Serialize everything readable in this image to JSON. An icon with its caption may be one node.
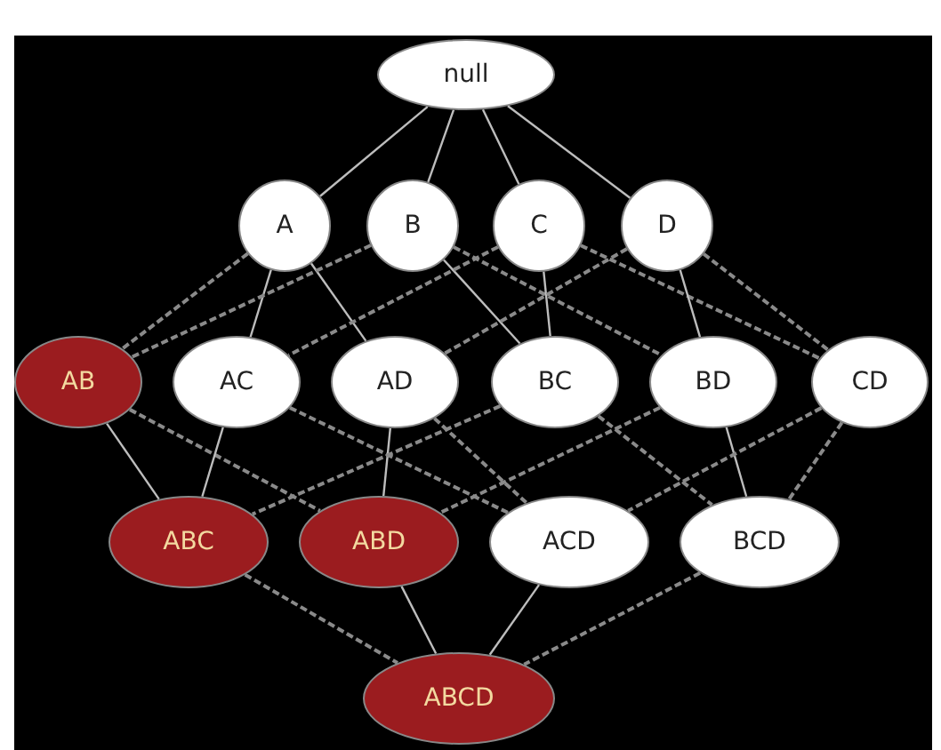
{
  "diagram": {
    "nodes": [
      {
        "text": [
          "null"
        ]
      },
      {
        "text": [
          "A"
        ]
      },
      {
        "text": [
          "B"
        ]
      },
      {
        "text": [
          "C"
        ]
      },
      {
        "text": [
          "D"
        ]
      },
      {
        "text": [
          "AB"
        ]
      },
      {
        "text": [
          "AC"
        ]
      },
      {
        "text": [
          "AD"
        ]
      },
      {
        "text": [
          "BC"
        ]
      },
      {
        "text": [
          "BD"
        ]
      },
      {
        "text": [
          "CD"
        ]
      },
      {
        "text": [
          "ABC"
        ]
      },
      {
        "text": [
          "ABD"
        ]
      },
      {
        "text": [
          "ACD"
        ]
      },
      {
        "text": [
          "BCD"
        ]
      },
      {
        "text": [
          "ABCD"
        ]
      }
    ],
    "edges": [
      {
        "from": 0,
        "to": 1,
        "arrow": "none"
      },
      {
        "from": 0,
        "to": 2,
        "arrow": "none"
      },
      {
        "from": 0,
        "to": 3,
        "arrow": "none"
      },
      {
        "from": 0,
        "to": 4,
        "arrow": "none"
      },
      {
        "from": 1,
        "to": 5,
        "arrow": "none",
        "style": "dashed"
      },
      {
        "from": 1,
        "to": 6,
        "arrow": "none"
      },
      {
        "from": 1,
        "to": 7,
        "arrow": "none"
      },
      {
        "from": 2,
        "to": 5,
        "arrow": "none",
        "style": "dashed"
      },
      {
        "from": 2,
        "to": 8,
        "arrow": "none"
      },
      {
        "from": 2,
        "to": 9,
        "arrow": "none",
        "style": "dashed"
      },
      {
        "from": 3,
        "to": 6,
        "arrow": "none",
        "style": "dashed"
      },
      {
        "from": 3,
        "to": 8,
        "arrow": "none"
      },
      {
        "from": 3,
        "to": 10,
        "arrow": "none",
        "style": "dashed"
      },
      {
        "from": 4,
        "to": 7,
        "arrow": "none",
        "style": "dashed"
      },
      {
        "from": 4,
        "to": 9,
        "arrow": "none"
      },
      {
        "from": 4,
        "to": 10,
        "arrow": "none",
        "style": "dashed"
      },
      {
        "from": 5,
        "to": 11,
        "arrow": "none"
      },
      {
        "from": 5,
        "to": 12,
        "arrow": "none",
        "style": "dashed"
      },
      {
        "from": 6,
        "to": 11,
        "arrow": "none"
      },
      {
        "from": 6,
        "to": 13,
        "arrow": "none",
        "style": "dashed"
      },
      {
        "from": 7,
        "to": 12,
        "arrow": "none"
      },
      {
        "from": 7,
        "to": 13,
        "arrow": "none",
        "style": "dashed"
      },
      {
        "from": 8,
        "to": 11,
        "arrow": "none",
        "style": "dashed"
      },
      {
        "from": 8,
        "to": 14,
        "arrow": "none",
        "style": "dashed"
      },
      {
        "from": 9,
        "to": 12,
        "arrow": "none",
        "style": "dashed"
      },
      {
        "from": 9,
        "to": 14,
        "arrow": "none"
      },
      {
        "from": 10,
        "to": 13,
        "arrow": "none",
        "style": "dashed"
      },
      {
        "from": 10,
        "to": 14,
        "arrow": "none",
        "style": "dashed"
      },
      {
        "from": 11,
        "to": 15,
        "arrow": "none",
        "style": "dashed"
      },
      {
        "from": 12,
        "to": 15,
        "arrow": "none"
      },
      {
        "from": 13,
        "to": 15,
        "arrow": "none"
      },
      {
        "from": 14,
        "to": 15,
        "arrow": "none",
        "style": "dashed"
      }
    ]
  }
}
